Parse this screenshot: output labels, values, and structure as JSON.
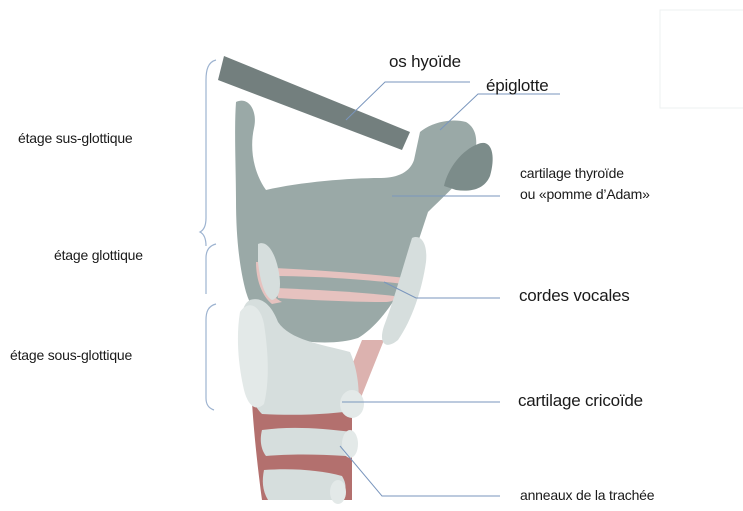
{
  "labels": {
    "os_hyoide": "os hyoïde",
    "epiglotte": "épiglotte",
    "thyroide_line1": "cartilage thyroïde",
    "thyroide_line2": "ou «pomme d’Adam»",
    "cordes_vocales": "cordes vocales",
    "cricoide": "cartilage cricoïde",
    "anneaux": "anneaux de la trachée"
  },
  "regions": {
    "sus_glottique": "étage sus-glottique",
    "glottique": "étage glottique",
    "sous_glottique": "étage sous-glottique"
  },
  "colors": {
    "cartilage_gray": "#9aa9a7",
    "cartilage_dark": "#7c8c8a",
    "hyoid": "#737f7e",
    "light_cartilage": "#d6dedd",
    "cords": "#e6c2bf",
    "trachea_red": "#b3706e",
    "leader_line": "#7a96bd",
    "bracket": "#9db3d0"
  }
}
